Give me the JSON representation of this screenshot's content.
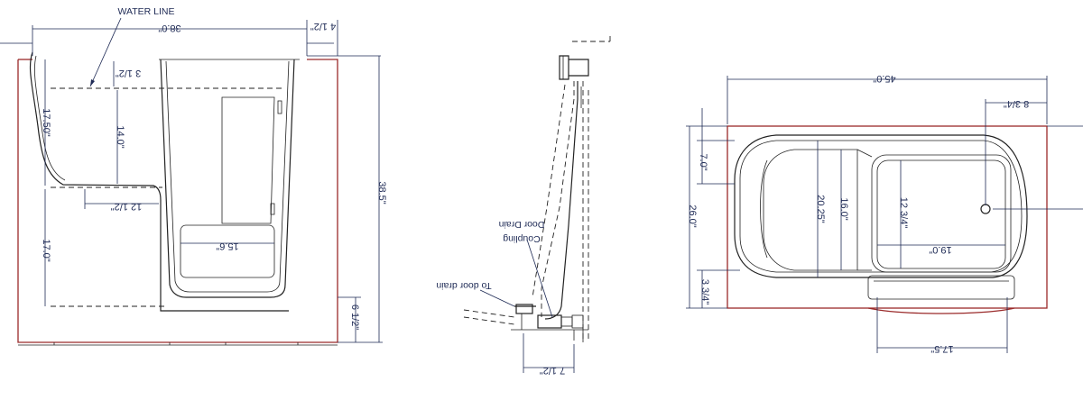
{
  "front_view": {
    "water_line_label": "WATER LINE",
    "dim_width": "38.0\"",
    "dim_top_right": "4 1/2\"",
    "dim_waterline_drop": "3 1/2\"",
    "dim_left_height": "17.50\"",
    "dim_inner_height": "14.0\"",
    "dim_seat_step": "12 1/2\"",
    "dim_lower_height": "17.0\"",
    "dim_seat_width": "15.6\"",
    "dim_total_height": "38.5\"",
    "dim_bottom_right": "6 1/2\""
  },
  "side_view": {
    "door_drain_label_1": "Door Drain",
    "door_drain_label_2": "Coupling",
    "to_door_drain_label": "To door drain",
    "dim_bottom": "7 1/2\""
  },
  "top_view": {
    "dim_length": "45.0\"",
    "dim_drain_offset": "8 3/4\"",
    "dim_top_gap": "7.0\"",
    "dim_overall_width": "26.0\"",
    "dim_inner_width": "20.25\"",
    "dim_inner_mid": "16.0\"",
    "dim_footwell_height": "12 3/4\"",
    "dim_footwell_width": "19.0\"",
    "dim_bottom_gap": "3 3/4\"",
    "dim_door_width": "17.5\""
  }
}
